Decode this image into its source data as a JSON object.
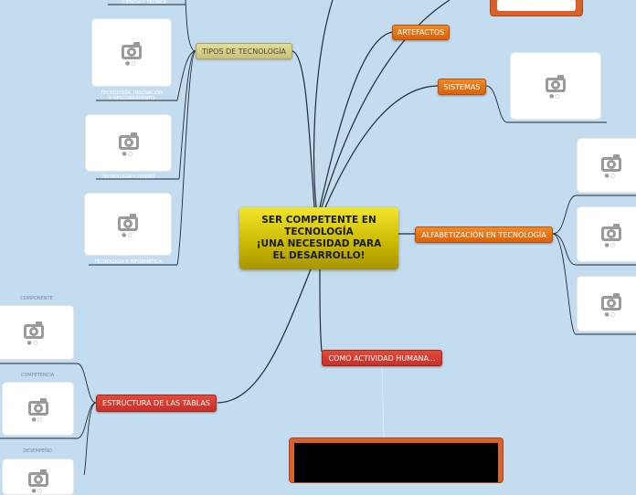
{
  "central_topic": {
    "lines": [
      "SER COMPETENTE EN",
      "TECNOLOGÍA",
      "¡UNA NECESIDAD PARA",
      "EL DESARROLLO!"
    ]
  },
  "branches": {
    "tipos_tecnologia": "TIPOS DE TECNOLOGÍA",
    "artefactos": "ARTEFACTOS",
    "sistemas": "SISTEMAS",
    "alfabetizacion": "ALFABETIZACIÓN EN TECNOLOGÍA",
    "actividad_humana": "COMO ACTIVIDAD HUMANA...",
    "estructura_tablas": "ESTRUCTURA DE LAS TABLAS"
  },
  "image_captions": {
    "top_cut": "CIENCIA Y TÉCNICA",
    "innovacion_1": "TECNOLOGÍA, INNOVACIÓN",
    "innovacion_2": "Y DESCUBRIMIENTO",
    "diseno": "TECNOLOGÍA Y DISEÑO",
    "informatica": "TECNOLOGÍA E INFORMÁTICA",
    "componente": "COMPONENTE",
    "competencia": "COMPETENCIA",
    "desempeno": "DESEMPEÑO"
  },
  "colors": {
    "background": "#c4dcef",
    "connector": "#1e2a36",
    "branch_orange": "#e57a1e",
    "branch_red": "#d43c30",
    "branch_olive": "#d8d28a",
    "central_yellow": "#e6d81c"
  },
  "icons": {
    "image_placeholder": "camera-icon"
  }
}
